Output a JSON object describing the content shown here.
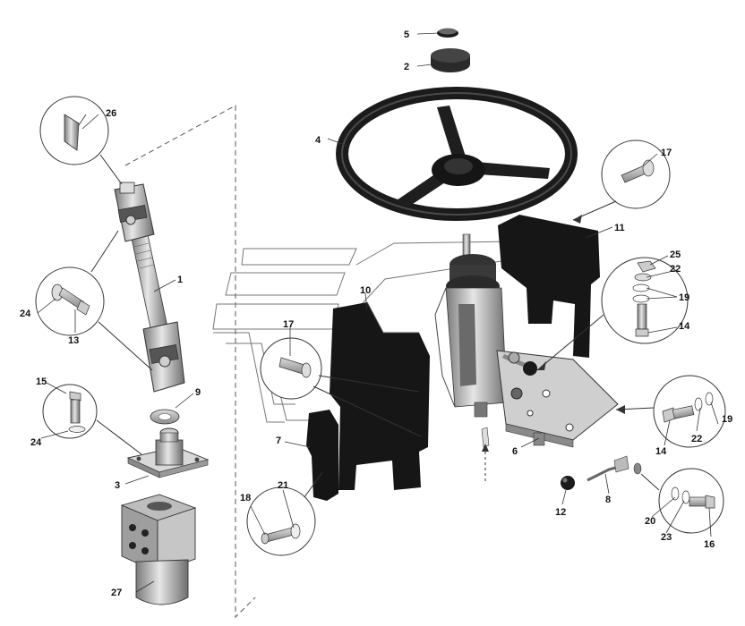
{
  "diagram": {
    "callouts": {
      "c1": "1",
      "c2": "2",
      "c3": "3",
      "c4": "4",
      "c5": "5",
      "c6": "6",
      "c7": "7",
      "c8": "8",
      "c9": "9",
      "c10": "10",
      "c11": "11",
      "c12": "12",
      "c13": "13",
      "c14a": "14",
      "c14b": "14",
      "c15": "15",
      "c16": "16",
      "c17a": "17",
      "c17b": "17",
      "c18": "18",
      "c19a": "19",
      "c19b": "19",
      "c20": "20",
      "c21": "21",
      "c22a": "22",
      "c22b": "22",
      "c23": "23",
      "c24a": "24",
      "c24b": "24",
      "c25": "25",
      "c26": "26",
      "c27": "27"
    }
  }
}
